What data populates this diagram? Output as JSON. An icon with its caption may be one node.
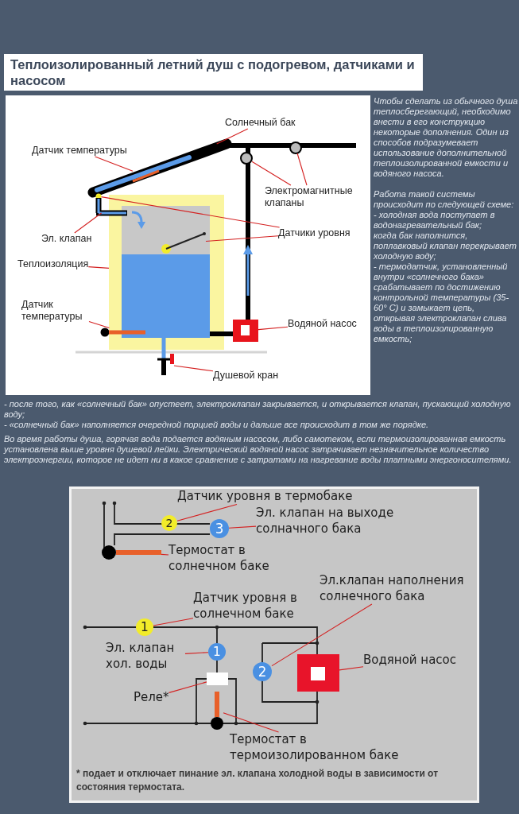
{
  "diagram": {
    "title": "Теплоизолированный летний душ с подогревом, датчиками и насосом",
    "nodes": [
      {
        "text": [
          "Солнечный бак"
        ]
      },
      {
        "text": [],
        "shape": "cylinder"
      },
      {
        "text": [
          "Датчик температуры"
        ]
      },
      {
        "text": [],
        "shape": "bar",
        "in": 1
      },
      {
        "text": [
          "Электромагнитные клапаны"
        ]
      },
      {
        "text": [],
        "shape": "circle"
      },
      {
        "text": [],
        "shape": "circle"
      },
      {
        "text": [
          "Датчики уровня"
        ]
      },
      {
        "text": [],
        "shape": "circle",
        "in": 1
      },
      {
        "text": [],
        "shape": "circle",
        "in": 13
      },
      {
        "text": [
          "Эл. клапан"
        ]
      },
      {
        "text": [],
        "shape": "bar"
      },
      {
        "text": [
          "Теплоизоляция"
        ]
      },
      {
        "text": [],
        "shape": "box"
      },
      {
        "text": [
          "Датчик температуры"
        ]
      },
      {
        "text": [],
        "shape": "circle"
      },
      {
        "text": [
          "Водяной насос"
        ]
      },
      {
        "text": [],
        "shape": "box"
      },
      {
        "text": [
          "Душевой кран"
        ]
      },
      {
        "text": [],
        "shape": "bar"
      },
      {
        "text": [
          "2"
        ]
      },
      {
        "text": [
          "Датчик уровня в термобаке"
        ]
      },
      {
        "text": [
          "3"
        ]
      },
      {
        "text": [
          "Эл. клапан на выходе солначного бака"
        ]
      },
      {
        "text": [],
        "shape": "circle"
      },
      {
        "text": [
          "Термостат в солнечном баке"
        ]
      },
      {
        "text": [
          "Эл.клапан наполнения солнечного бака"
        ]
      },
      {
        "text": [
          "Датчик уровня в солнечном баке"
        ]
      },
      {
        "text": [
          "1"
        ]
      },
      {
        "text": [
          "Эл. клапан хол. воды"
        ]
      },
      {
        "text": [
          "1"
        ]
      },
      {
        "text": [
          "2"
        ]
      },
      {
        "text": [
          "Водяной насос"
        ]
      },
      {
        "text": [],
        "shape": "box"
      },
      {
        "text": [],
        "shape": "box"
      },
      {
        "text": [
          "Реле*"
        ]
      },
      {
        "text": [],
        "shape": "circle"
      },
      {
        "text": [
          "Термостат в термоизолированном баке"
        ]
      }
    ],
    "edges": [
      {
        "from": 0,
        "to": 1,
        "arrow": "none"
      },
      {
        "from": 2,
        "to": 3,
        "arrow": "none"
      },
      {
        "from": 4,
        "to": 5,
        "arrow": "none"
      },
      {
        "from": 4,
        "to": 6,
        "arrow": "none"
      },
      {
        "from": 7,
        "to": 8,
        "arrow": "none"
      },
      {
        "from": 7,
        "to": 9,
        "arrow": "none"
      },
      {
        "from": 10,
        "to": 11,
        "arrow": "none"
      },
      {
        "from": 12,
        "to": 13,
        "arrow": "none"
      },
      {
        "from": 14,
        "to": 15,
        "arrow": "none"
      },
      {
        "from": 16,
        "to": 17,
        "arrow": "none"
      },
      {
        "from": 18,
        "to": 19,
        "arrow": "none"
      },
      {
        "from": 21,
        "to": 20,
        "arrow": "none"
      },
      {
        "from": 23,
        "to": 22,
        "arrow": "none"
      },
      {
        "from": 25,
        "to": 24,
        "arrow": "none"
      },
      {
        "from": 26,
        "to": 31,
        "arrow": "none"
      },
      {
        "from": 27,
        "to": 28,
        "arrow": "none"
      },
      {
        "from": 29,
        "to": 30,
        "arrow": "none"
      },
      {
        "from": 32,
        "to": 33,
        "arrow": "none"
      },
      {
        "from": 35,
        "to": 34,
        "arrow": "none"
      },
      {
        "from": 37,
        "to": 36,
        "arrow": "none"
      }
    ],
    "labels": [
      "Чтобы сделать из обычного душа теплосберегающий, необходимо внести в его конструкцию некоторые дополнения. Один из способов подразумевает использование дополнительной теплоизолированной емкости и водяного насоса.",
      "Работа такой системы происходит по следующей схеме:",
      "- холодная вода поступает в водонагревательный бак;",
      "когда бак наполнится, поплавковый клапан перекрывает холодную воду;",
      "- термодатчик, установленный внутри «солнечного бака» срабатывает по достижению контрольной температуры (35-60° С) и замыкает цепь, открывая электроклапан слива воды в теплоизолированную емкость;",
      "- после того, как «солнечный бак» опустеет, электроклапан закрывается, и открывается клапан, пускающий холодную воду;",
      "- «солнечный бак» наполняется очередной порцией воды и дальше все происходит в том же порядке.",
      "Во время работы душа, горячая вода подается водяным насосом, либо самотеком, если термоизолированная емкость установлена выше уровня душевой лейки. Электрический водяной насос затрачивает незначительное количество электроэнергии, которое не идет ни в какое сравнение с затратами на нагревание воды платными энергоносителями.",
      "* подает и отключает пинание эл. клапана холодной воды в зависимости от состояния термостата."
    ]
  }
}
